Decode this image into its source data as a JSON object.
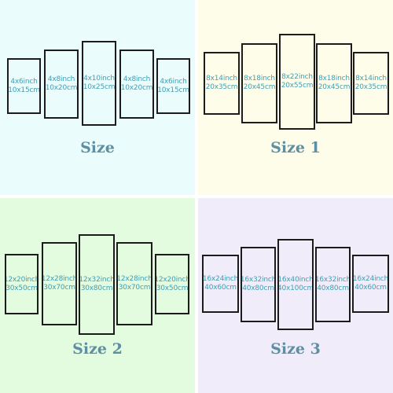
{
  "sets": [
    {
      "title": "Size",
      "background": "#ebfcfd",
      "panels": [
        {
          "inch": "4x6inch",
          "cm": "10x15cm"
        },
        {
          "inch": "4x8inch",
          "cm": "10x20cm"
        },
        {
          "inch": "4x10inch",
          "cm": "10x25cm"
        },
        {
          "inch": "4x8inch",
          "cm": "10x20cm"
        },
        {
          "inch": "4x6inch",
          "cm": "10x15cm"
        }
      ]
    },
    {
      "title": "Size 1",
      "background": "#fefdea",
      "panels": [
        {
          "inch": "8x14inch",
          "cm": "20x35cm"
        },
        {
          "inch": "8x18inch",
          "cm": "20x45cm"
        },
        {
          "inch": "8x22inch",
          "cm": "20x55cm"
        },
        {
          "inch": "8x18inch",
          "cm": "20x45cm"
        },
        {
          "inch": "8x14inch",
          "cm": "20x35cm"
        }
      ]
    },
    {
      "title": "Size 2",
      "background": "#e3fbdf",
      "panels": [
        {
          "inch": "12x20inch",
          "cm": "30x50cm"
        },
        {
          "inch": "12x28inch",
          "cm": "30x70cm"
        },
        {
          "inch": "12x32inch",
          "cm": "30x80cm"
        },
        {
          "inch": "12x28inch",
          "cm": "30x70cm"
        },
        {
          "inch": "12x20inch",
          "cm": "30x50cm"
        }
      ]
    },
    {
      "title": "Size 3",
      "background": "#f1ecf9",
      "panels": [
        {
          "inch": "16x24inch",
          "cm": "40x60cm"
        },
        {
          "inch": "16x32inch",
          "cm": "40x80cm"
        },
        {
          "inch": "16x40inch",
          "cm": "40x100cm"
        },
        {
          "inch": "16x32inch",
          "cm": "40x80cm"
        },
        {
          "inch": "16x24inch",
          "cm": "40x60cm"
        }
      ]
    }
  ],
  "colors": {
    "text": "#3e9fb5",
    "title": "#5d8fa2",
    "frame": "#1c1c1c"
  }
}
